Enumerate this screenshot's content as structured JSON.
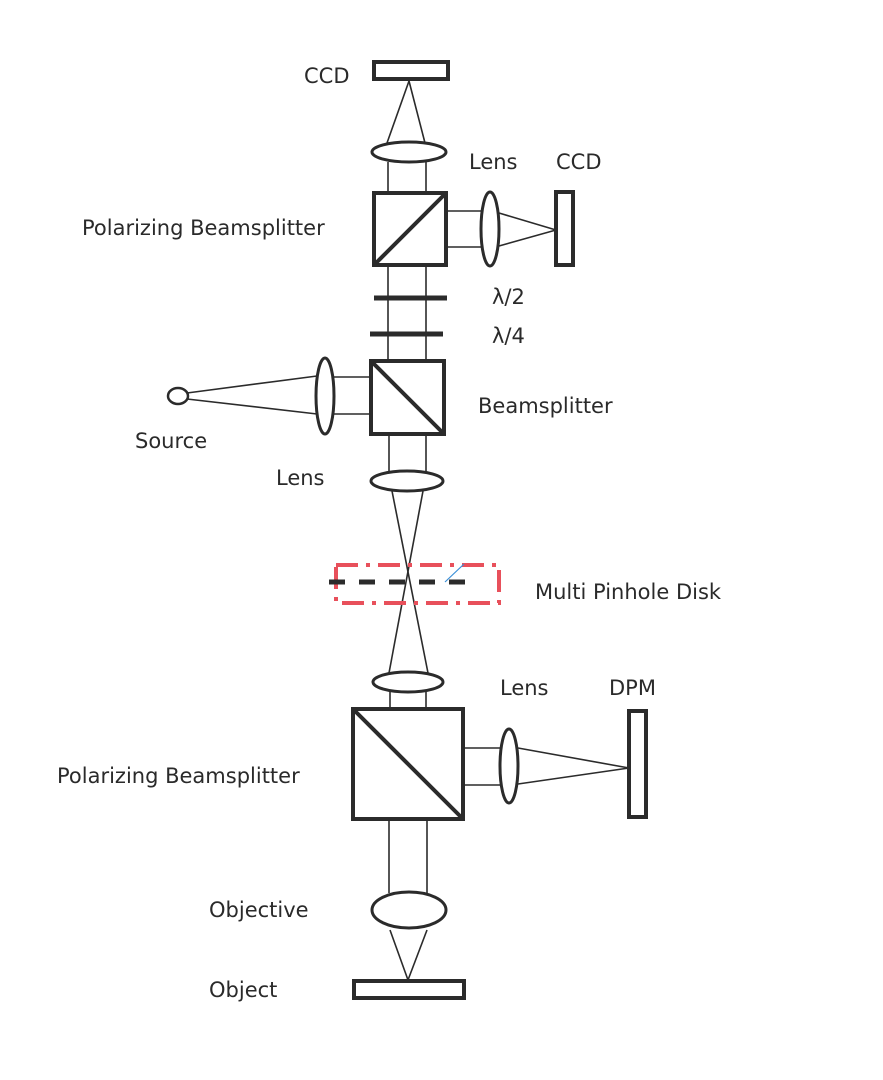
{
  "diagram": {
    "type": "optical-setup-schematic",
    "labels": {
      "ccd_top": "CCD",
      "lens_top_right": "Lens",
      "ccd_right": "CCD",
      "pbs_top": "Polarizing Beamsplitter",
      "half_wave": "λ/2",
      "quarter_wave": "λ/4",
      "beamsplitter": "Beamsplitter",
      "source": "Source",
      "lens_mid": "Lens",
      "pinhole_disk": "Multi Pinhole Disk",
      "lens_bottom_right": "Lens",
      "dpm": "DPM",
      "pbs_bottom": "Polarizing Beamsplitter",
      "objective": "Objective",
      "object": "Object"
    },
    "colors": {
      "line": "#2b2b2b",
      "highlight_box": "#e8505b",
      "highlight_line": "#3a8fd8"
    }
  }
}
